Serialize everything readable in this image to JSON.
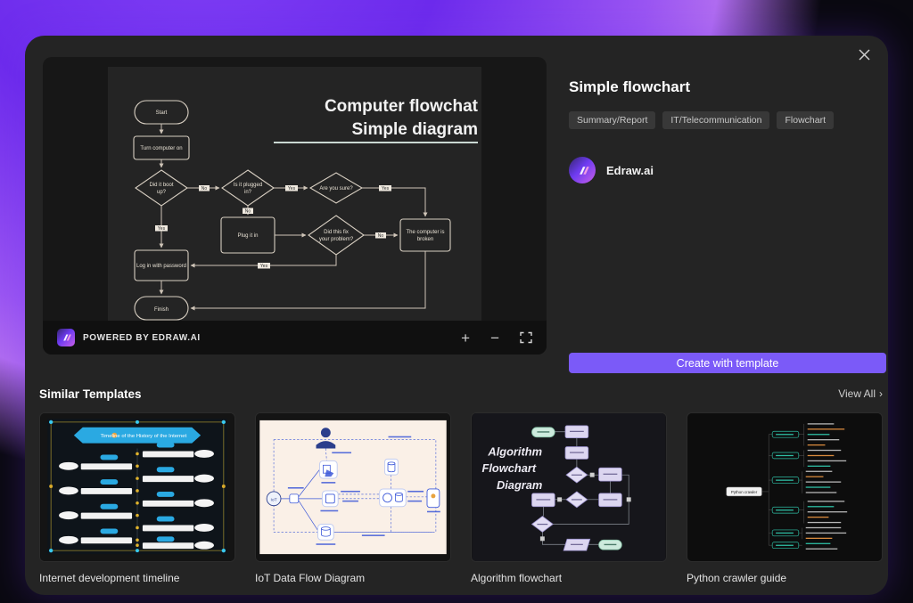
{
  "window": {
    "close": "✕"
  },
  "preview": {
    "title_line1": "Computer flowchat",
    "title_line2": "Simple diagram",
    "powered_by": "POWERED BY EDRAW.AI",
    "zoom_in": "+",
    "zoom_out": "−",
    "flowchart": {
      "start": "Start",
      "turn_on": "Turn computer on",
      "boot_l1": "Did it boot",
      "boot_l2": "up?",
      "plugged_l1": "Is it plugged",
      "plugged_l2": "in?",
      "sure": "Are you sure?",
      "plug_in": "Plug it in",
      "fix_l1": "Did this fix",
      "fix_l2": "your problem?",
      "broken_l1": "The computer is",
      "broken_l2": "broken",
      "login": "Log in with password",
      "finish": "Finish",
      "yes": "Yes",
      "no": "No"
    }
  },
  "panel": {
    "title": "Simple flowchart",
    "tags": [
      "Summary/Report",
      "IT/Telecommunication",
      "Flowchart"
    ],
    "author": "Edraw.ai",
    "cta": "Create with template"
  },
  "similar": {
    "heading": "Similar Templates",
    "view_all": "View All",
    "chevron": "›",
    "cards": [
      {
        "title": "Internet development timeline",
        "banner": "Timeline of the History of the Internet"
      },
      {
        "title": "IoT Data Flow Diagram"
      },
      {
        "title": "Algorithm flowchart",
        "text_l1": "Algorithm",
        "text_l2": "Flowchart",
        "text_l3": "Diagram"
      },
      {
        "title": "Python crawler guide",
        "center": "Python crawler"
      }
    ]
  },
  "colors": {
    "accent": "#7b5af8",
    "brand_purple": "#6d2bec"
  }
}
